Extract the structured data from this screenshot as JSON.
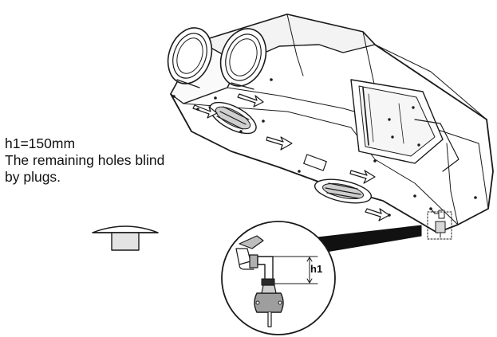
{
  "note": {
    "line1": "h1=150mm",
    "line2": "The remaining holes blind",
    "line3": "by plugs."
  },
  "detail": {
    "dimension_label": "h1"
  }
}
